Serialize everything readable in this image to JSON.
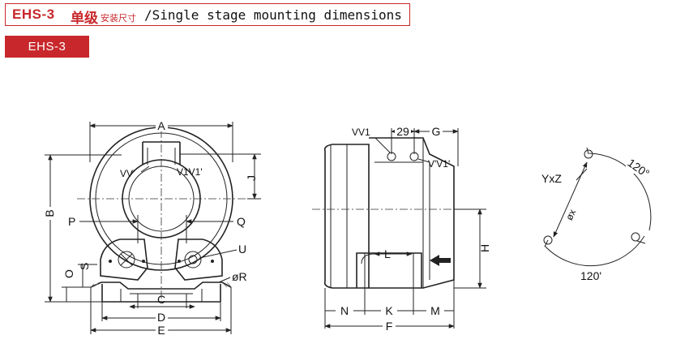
{
  "title": {
    "model": "EHS-3",
    "cn_bold": "单级",
    "cn_small": "安装尺寸",
    "en": "/Single stage mounting dimensions"
  },
  "model_tag": "EHS-3",
  "front_view": {
    "labels": {
      "A": "A",
      "B": "B",
      "C": "C",
      "D": "D",
      "E": "E",
      "J": "J",
      "P": "P",
      "Q": "Q",
      "U": "U",
      "S": "S",
      "O": "O",
      "R": "øR",
      "vv_left": "VV'",
      "vv_right": "V1V1'"
    }
  },
  "side_view": {
    "labels": {
      "vv1": "VV1",
      "dim_29": "29",
      "G": "G",
      "vv1_prime": "V'V1'",
      "H": "H",
      "L": "L",
      "N": "N",
      "K": "K",
      "M": "M",
      "F": "F"
    }
  },
  "flange_view": {
    "labels": {
      "yxz": "YxZ",
      "angle_top": "120°",
      "angle_bottom": "120'",
      "diameter": "øx"
    }
  },
  "colors": {
    "accent": "#c8282c",
    "line": "#222222"
  }
}
